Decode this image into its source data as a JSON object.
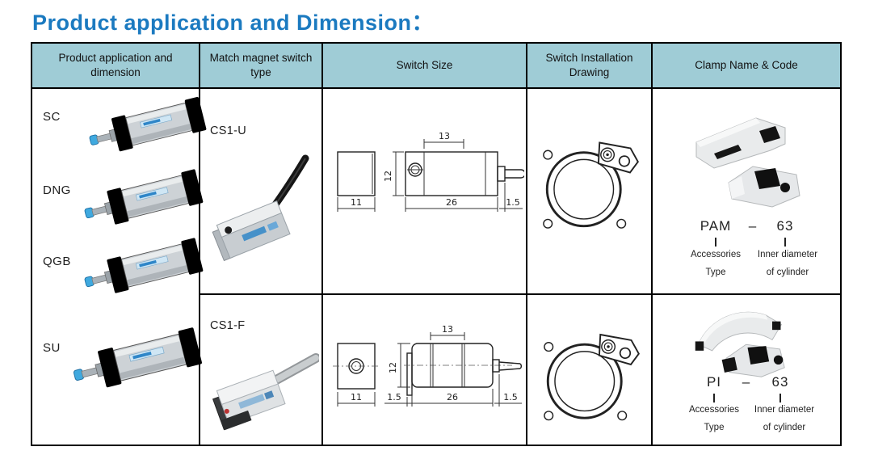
{
  "title": "Product application and Dimension：",
  "colors": {
    "title_blue": "#1b7ac0",
    "header_bg": "#9fccd6",
    "table_border": "#000000",
    "rod_tip_blue": "#3fa9df"
  },
  "table": {
    "headers": [
      {
        "label": "Product application and dimension"
      },
      {
        "label": "Match magnet switch type"
      },
      {
        "label": "Switch Size"
      },
      {
        "label": "Switch Installation Drawing"
      },
      {
        "label": "Clamp Name & Code"
      }
    ],
    "products": [
      {
        "code": "SC"
      },
      {
        "code": "DNG"
      },
      {
        "code": "QGB"
      },
      {
        "code": "SU"
      }
    ],
    "rows": [
      {
        "switch_type": "CS1-U",
        "dims": {
          "end_width": "11",
          "sense_zone": "13",
          "height": "12",
          "body_length": "26",
          "cable": "1.5"
        },
        "clamp_code": {
          "prefix": "PAM",
          "separator": "–",
          "size": "63",
          "prefix_label_line1": "Accessories",
          "prefix_label_line2": "Type",
          "size_label_line1": "Inner diameter",
          "size_label_line2": "of cylinder"
        }
      },
      {
        "switch_type": "CS1-F",
        "dims": {
          "end_width": "11",
          "sense_zone": "13",
          "height": "12",
          "body_length": "26",
          "tab": "1.5",
          "cable": "1.5"
        },
        "clamp_code": {
          "prefix": "PI",
          "separator": "–",
          "size": "63",
          "prefix_label_line1": "Accessories",
          "prefix_label_line2": "Type",
          "size_label_line1": "Inner diameter",
          "size_label_line2": "of cylinder"
        }
      }
    ]
  }
}
